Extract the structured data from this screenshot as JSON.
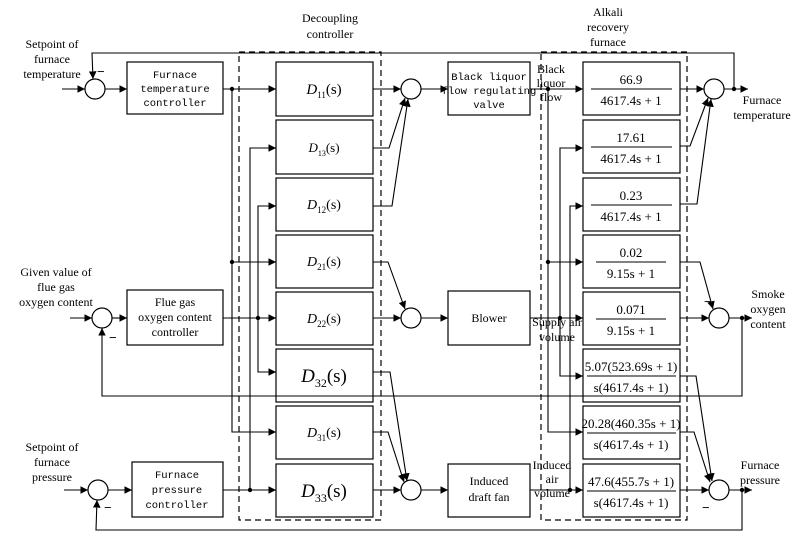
{
  "labels": {
    "decoupling_1": "Decoupling",
    "decoupling_2": "controller",
    "alkali_1": "Alkali",
    "alkali_2": "recovery",
    "alkali_3": "furnace",
    "sp_temp_1": "Setpoint of",
    "sp_temp_2": "furnace",
    "sp_temp_3": "temperature",
    "given_o2_1": "Given value of",
    "given_o2_2": "flue gas",
    "given_o2_3": "oxygen content",
    "sp_press_1": "Setpoint of",
    "sp_press_2": "furnace",
    "sp_press_3": "pressure",
    "out_temp_1": "Furnace",
    "out_temp_2": "temperature",
    "out_o2_1": "Smoke",
    "out_o2_2": "oxygen",
    "out_o2_3": "content",
    "out_press_1": "Furnace",
    "out_press_2": "pressure",
    "black_liquor_1": "Black",
    "black_liquor_2": "liquor",
    "black_liquor_3": "flow",
    "supply_air_1": "Supply air",
    "supply_air_2": "volume",
    "induced_air_1": "Induced",
    "induced_air_2": "air",
    "induced_air_3": "volume"
  },
  "blocks": {
    "temp_ctrl_1": "Furnace",
    "temp_ctrl_2": "temperature",
    "temp_ctrl_3": "controller",
    "o2_ctrl_1": "Flue gas",
    "o2_ctrl_2": "oxygen content",
    "o2_ctrl_3": "controller",
    "press_ctrl_1": "Furnace",
    "press_ctrl_2": "pressure",
    "press_ctrl_3": "controller",
    "valve_1": "Black liquor",
    "valve_2": "flow regulating",
    "valve_3": "valve",
    "blower": "Blower",
    "fan_1": "Induced",
    "fan_2": "draft fan"
  },
  "decouplers": {
    "d11": {
      "sym": "D",
      "sub": "11",
      "arg": "(s)"
    },
    "d13": {
      "sym": "D",
      "sub": "13",
      "arg": "(s)"
    },
    "d12": {
      "sym": "D",
      "sub": "12",
      "arg": "(s)"
    },
    "d21": {
      "sym": "D",
      "sub": "21",
      "arg": "(s)"
    },
    "d22": {
      "sym": "D",
      "sub": "22",
      "arg": "(s)"
    },
    "d32": {
      "sym": "D",
      "sub": "32",
      "arg": "(s)"
    },
    "d31": {
      "sym": "D",
      "sub": "31",
      "arg": "(s)"
    },
    "d33": {
      "sym": "D",
      "sub": "33",
      "arg": "(s)"
    }
  },
  "transfer_functions": {
    "g11": {
      "num": "66.9",
      "den": "4617.4s + 1"
    },
    "g12": {
      "num": "17.61",
      "den": "4617.4s + 1"
    },
    "g13": {
      "num": "0.23",
      "den": "4617.4s + 1"
    },
    "g21": {
      "num": "0.02",
      "den": "9.15s + 1"
    },
    "g22": {
      "num": "0.071",
      "den": "9.15s + 1"
    },
    "g31": {
      "num": "5.07(523.69s + 1)",
      "den": "s(4617.4s + 1)"
    },
    "g32": {
      "num": "20.28(460.35s + 1)",
      "den": "s(4617.4s + 1)"
    },
    "g33": {
      "num": "47.6(455.7s + 1)",
      "den": "s(4617.4s + 1)"
    }
  },
  "signs": {
    "minus": "−"
  }
}
